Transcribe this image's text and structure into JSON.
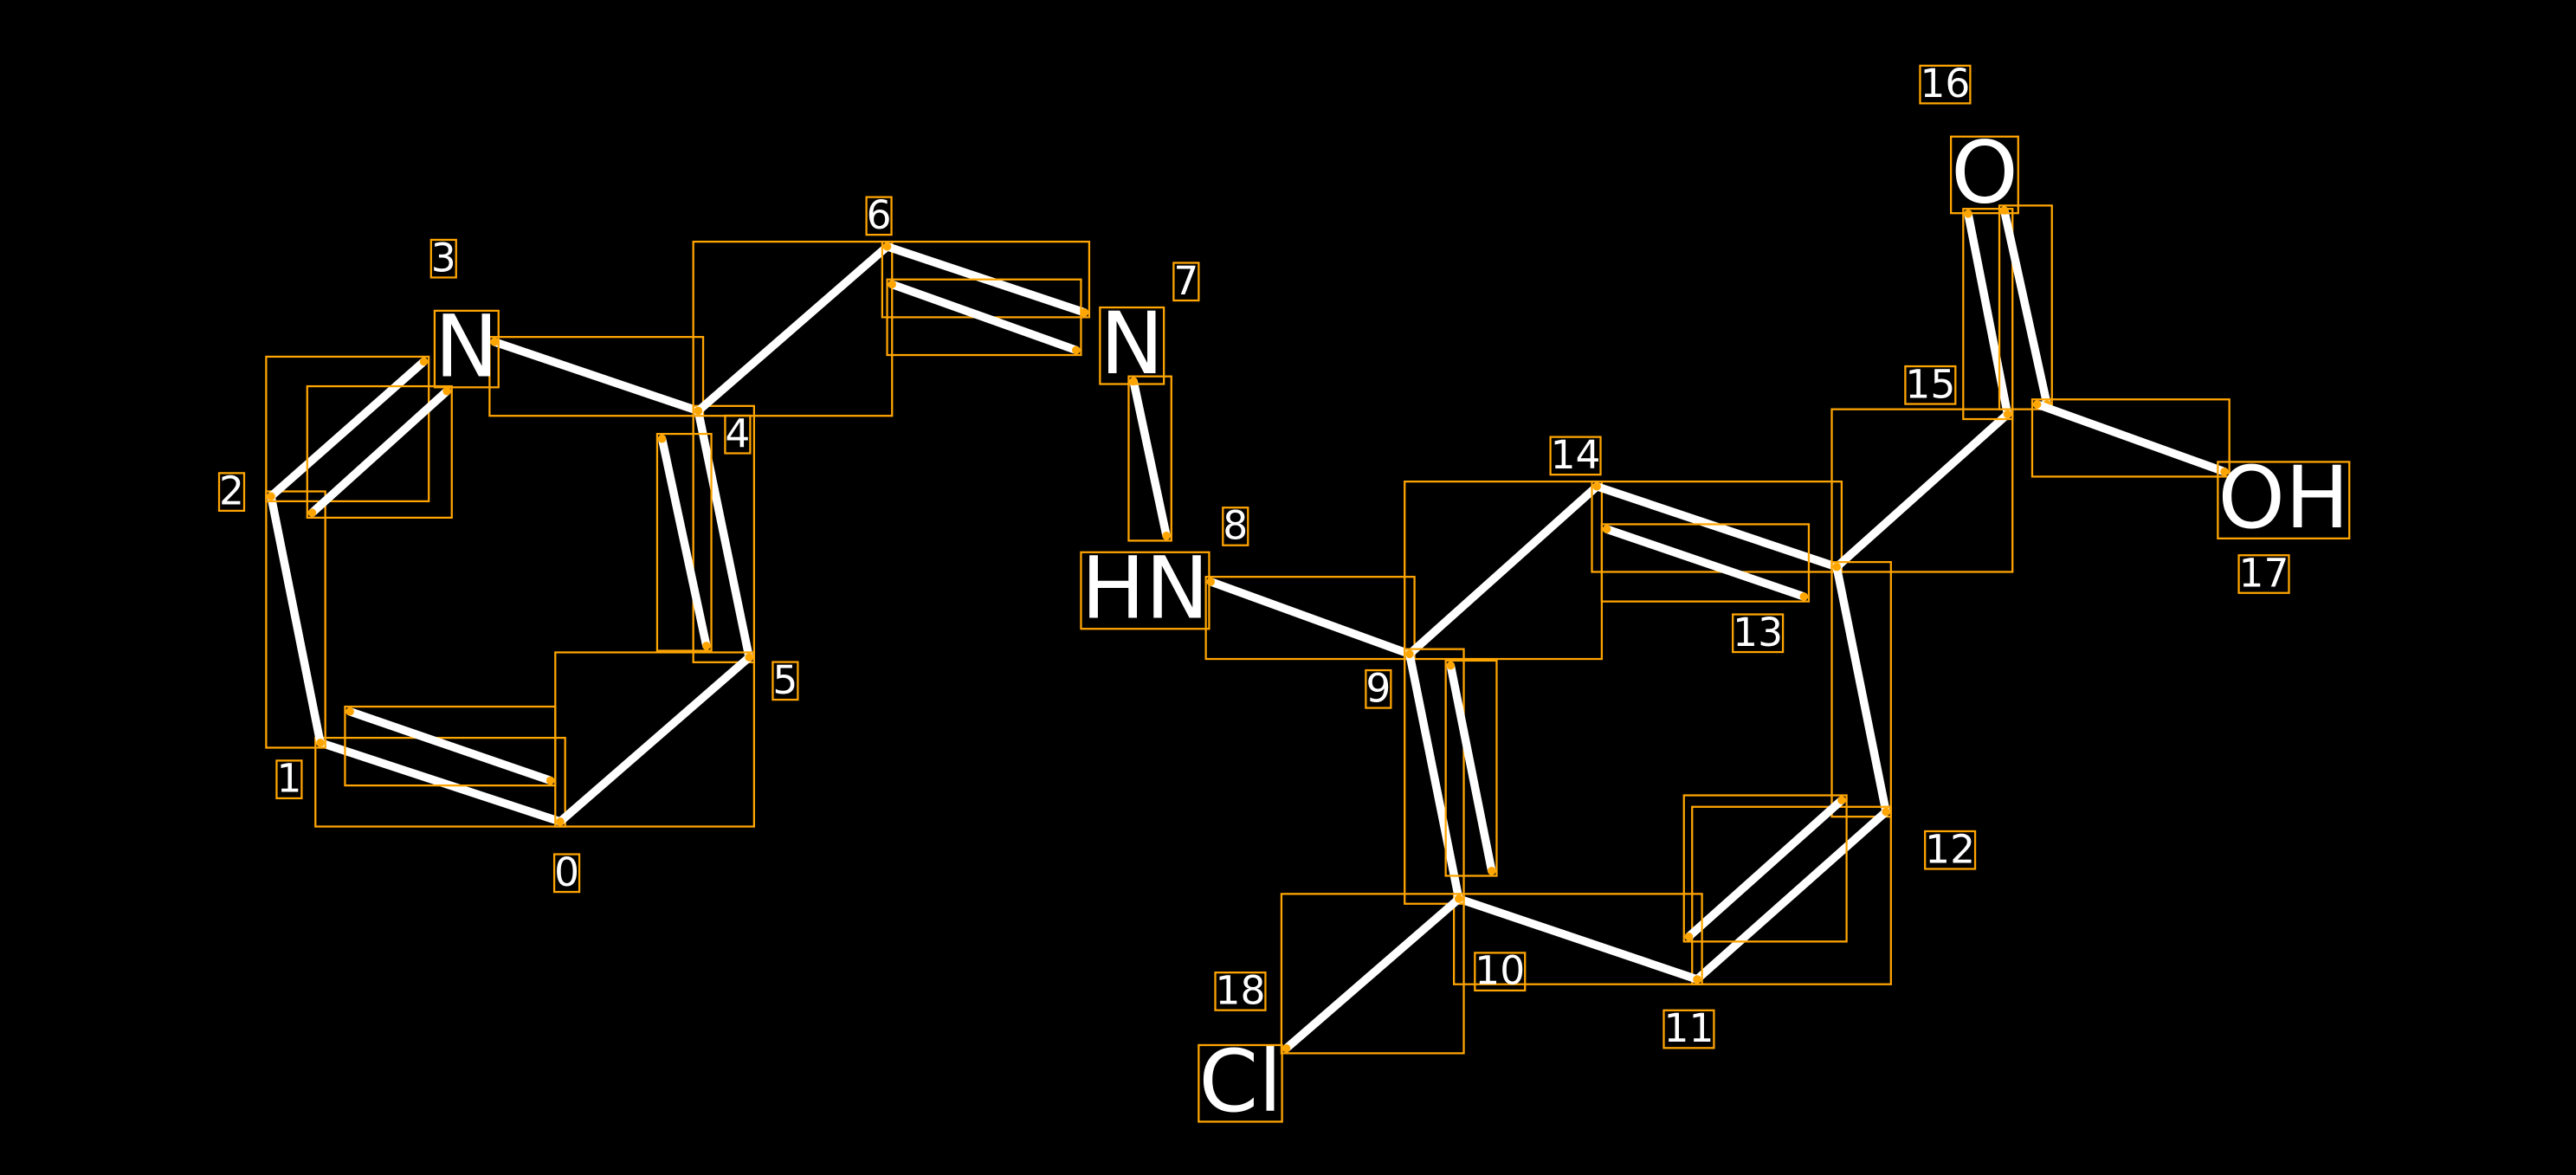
{
  "diagram": {
    "type": "molecule",
    "colors": {
      "background": "#000000",
      "bond": "#ffffff",
      "box": "#ffa500"
    },
    "atoms": [
      {
        "index": "0",
        "symbol": ""
      },
      {
        "index": "1",
        "symbol": ""
      },
      {
        "index": "2",
        "symbol": ""
      },
      {
        "index": "3",
        "symbol": "N"
      },
      {
        "index": "4",
        "symbol": ""
      },
      {
        "index": "5",
        "symbol": ""
      },
      {
        "index": "6",
        "symbol": ""
      },
      {
        "index": "7",
        "symbol": "N"
      },
      {
        "index": "8",
        "symbol": "HN"
      },
      {
        "index": "9",
        "symbol": ""
      },
      {
        "index": "10",
        "symbol": ""
      },
      {
        "index": "11",
        "symbol": ""
      },
      {
        "index": "12",
        "symbol": ""
      },
      {
        "index": "13",
        "symbol": ""
      },
      {
        "index": "14",
        "symbol": ""
      },
      {
        "index": "15",
        "symbol": ""
      },
      {
        "index": "16",
        "symbol": "O"
      },
      {
        "index": "17",
        "symbol": "OH"
      },
      {
        "index": "18",
        "symbol": "Cl"
      }
    ],
    "bonds": [
      [
        0,
        1,
        2
      ],
      [
        1,
        2,
        1
      ],
      [
        2,
        3,
        2
      ],
      [
        3,
        4,
        1
      ],
      [
        4,
        5,
        2
      ],
      [
        5,
        0,
        1
      ],
      [
        4,
        6,
        1
      ],
      [
        6,
        7,
        2
      ],
      [
        7,
        8,
        1
      ],
      [
        8,
        9,
        1
      ],
      [
        9,
        14,
        1
      ],
      [
        14,
        13,
        2
      ],
      [
        13,
        15,
        1
      ],
      [
        15,
        16,
        2
      ],
      [
        15,
        17,
        1
      ],
      [
        13,
        12,
        1
      ],
      [
        12,
        11,
        2
      ],
      [
        11,
        10,
        1
      ],
      [
        10,
        9,
        2
      ],
      [
        10,
        18,
        1
      ]
    ]
  }
}
